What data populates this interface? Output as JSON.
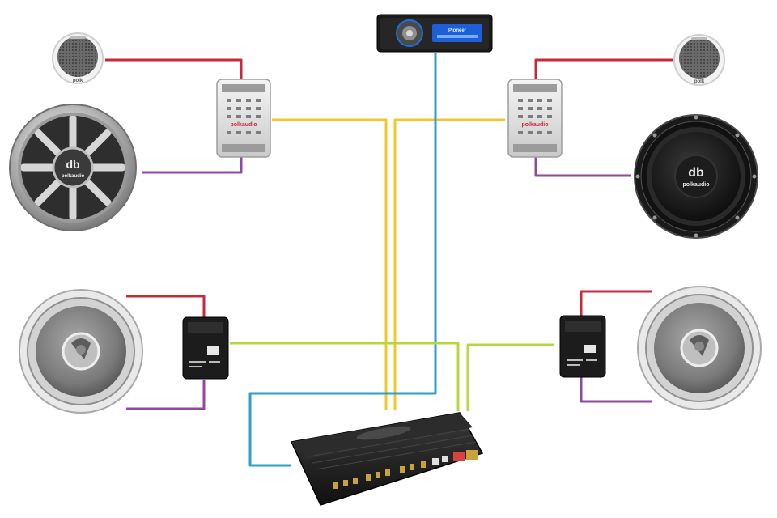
{
  "brands": {
    "tweeter_badge": "polk",
    "crossover_logo": "polkaudio",
    "woofer_logo_mark": "db",
    "woofer_brand": "polkaudio"
  },
  "head_unit": {
    "display_brand": "Pioneer"
  },
  "colors": {
    "red_wire": "#c8283a",
    "purple_wire": "#8e4a9e",
    "yellow_wire": "#f2c62d",
    "green_wire": "#b5d83b",
    "blue_wire": "#2f9fc9",
    "display_blue": "#1d5fd9"
  },
  "icons": {
    "tweeter": "tweeter-icon",
    "woofer": "woofer-icon",
    "subwoofer": "subwoofer-icon",
    "coaxial": "coaxial-speaker-icon",
    "crossover": "crossover-icon",
    "bass_blocker": "bass-blocker-icon",
    "amplifier": "amplifier-icon",
    "head_unit": "car-stereo-icon"
  }
}
